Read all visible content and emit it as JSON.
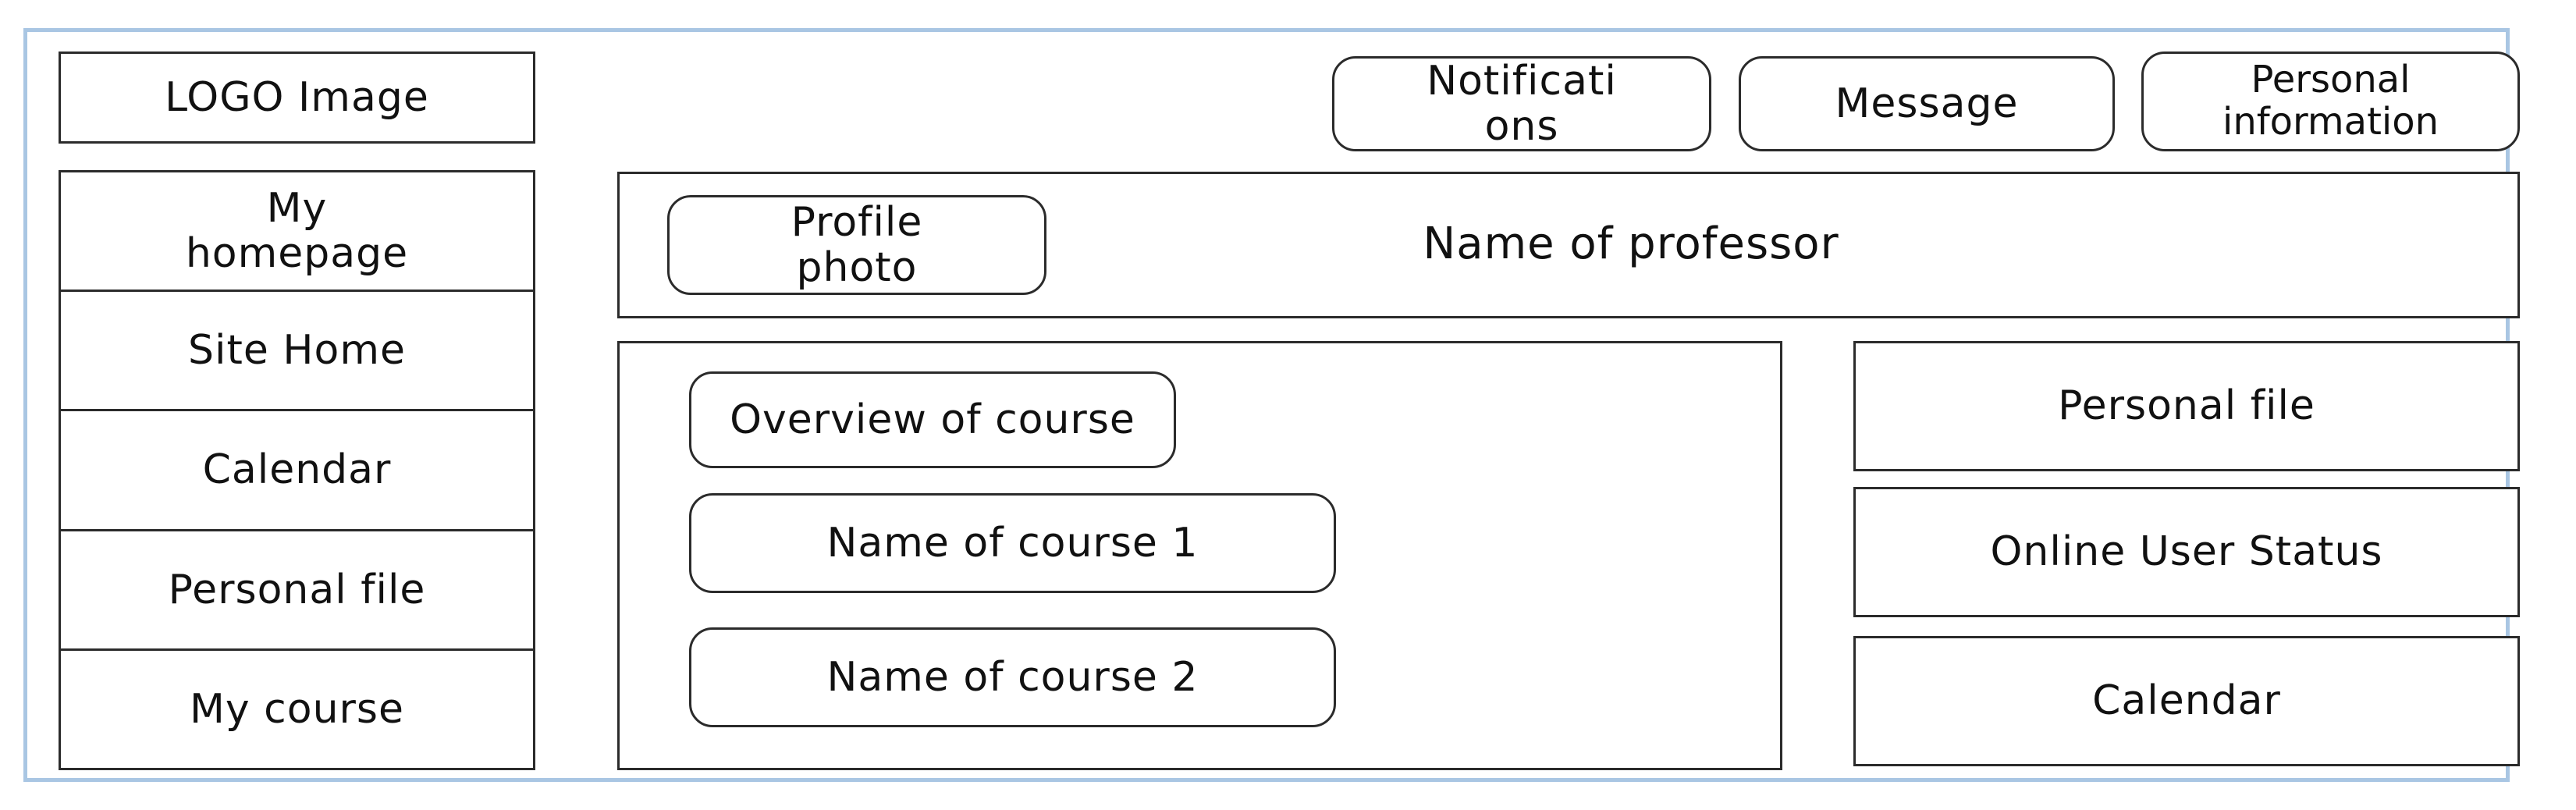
{
  "header": {
    "logo_label": "LOGO Image",
    "notifications_label": "Notificati ons",
    "message_label": "Message",
    "personal_info_label": "Personal information"
  },
  "sidebar": {
    "items": [
      {
        "label": "My homepage"
      },
      {
        "label": "Site Home"
      },
      {
        "label": "Calendar"
      },
      {
        "label": "Personal file"
      },
      {
        "label": "My course"
      }
    ]
  },
  "profile": {
    "photo_label": "Profile photo",
    "professor_name": "Name of professor"
  },
  "courses": {
    "overview_label": "Overview of course",
    "items": [
      {
        "label": "Name of course 1"
      },
      {
        "label": "Name of course 2"
      }
    ]
  },
  "widgets": {
    "personal_file_label": "Personal file",
    "online_status_label": "Online User Status",
    "calendar_label": "Calendar"
  },
  "colors": {
    "frame_border": "#a9c6e3",
    "box_border": "#2b2b2b",
    "background": "#ffffff"
  }
}
